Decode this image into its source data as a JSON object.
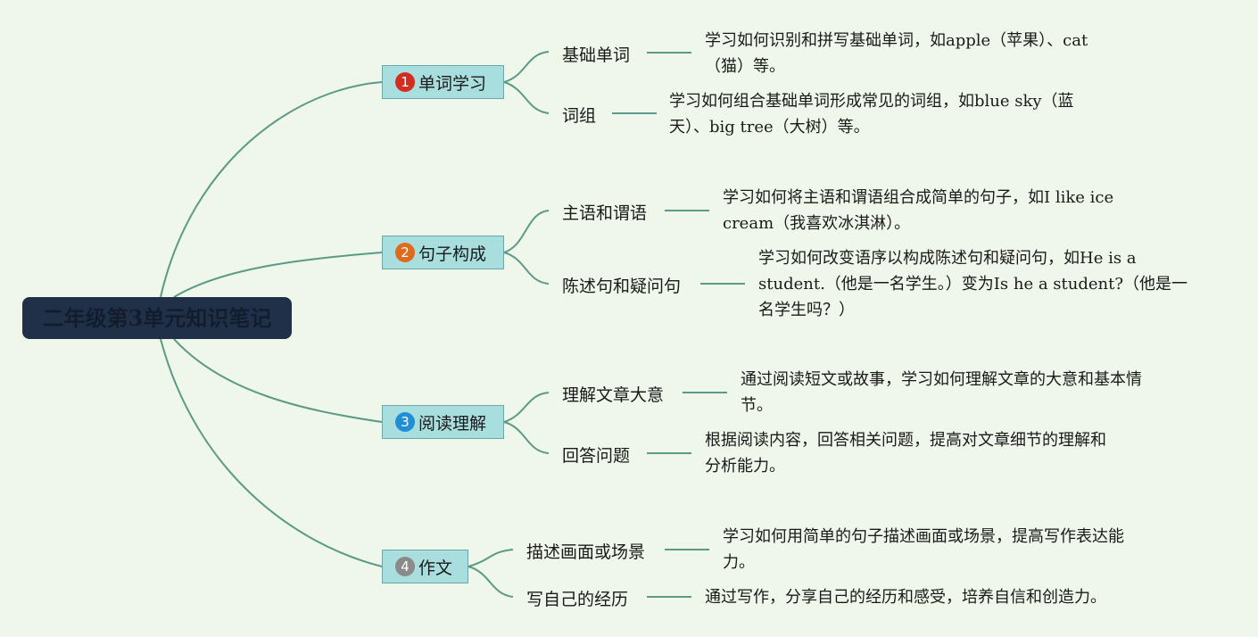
{
  "title": "二年级第3单元知识笔记",
  "colors": {
    "line": "#5a9a86",
    "root_bg": "#1f3048",
    "branch_bg": "#a9dede"
  },
  "branches": [
    {
      "number": "1",
      "badge_color": "#d42d1f",
      "label": "单词学习",
      "subs": [
        {
          "label": "基础单词",
          "desc_lines": [
            "学习如何识别和拼写基础单词，如apple（苹果）、cat",
            "（猫）等。"
          ]
        },
        {
          "label": "词组",
          "desc_lines": [
            "学习如何组合基础单词形成常见的词组，如blue sky（蓝",
            "天）、big tree（大树）等。"
          ]
        }
      ]
    },
    {
      "number": "2",
      "badge_color": "#e06a1e",
      "label": "句子构成",
      "subs": [
        {
          "label": "主语和谓语",
          "desc_lines": [
            "学习如何将主语和谓语组合成简单的句子，如I like ice",
            "cream（我喜欢冰淇淋）。"
          ]
        },
        {
          "label": "陈述句和疑问句",
          "desc_lines": [
            "学习如何改变语序以构成陈述句和疑问句，如He is a",
            "student.（他是一名学生。）变为Is he a student?（他是一",
            "名学生吗？）"
          ]
        }
      ]
    },
    {
      "number": "3",
      "badge_color": "#1f8fd6",
      "label": "阅读理解",
      "subs": [
        {
          "label": "理解文章大意",
          "desc_lines": [
            "通过阅读短文或故事，学习如何理解文章的大意和基本情",
            "节。"
          ]
        },
        {
          "label": "回答问题",
          "desc_lines": [
            "根据阅读内容，回答相关问题，提高对文章细节的理解和",
            "分析能力。"
          ]
        }
      ]
    },
    {
      "number": "4",
      "badge_color": "#8a8a8a",
      "label": "作文",
      "subs": [
        {
          "label": "描述画面或场景",
          "desc_lines": [
            "学习如何用简单的句子描述画面或场景，提高写作表达能",
            "力。"
          ]
        },
        {
          "label": "写自己的经历",
          "desc_lines": [
            "通过写作，分享自己的经历和感受，培养自信和创造力。"
          ]
        }
      ]
    }
  ]
}
